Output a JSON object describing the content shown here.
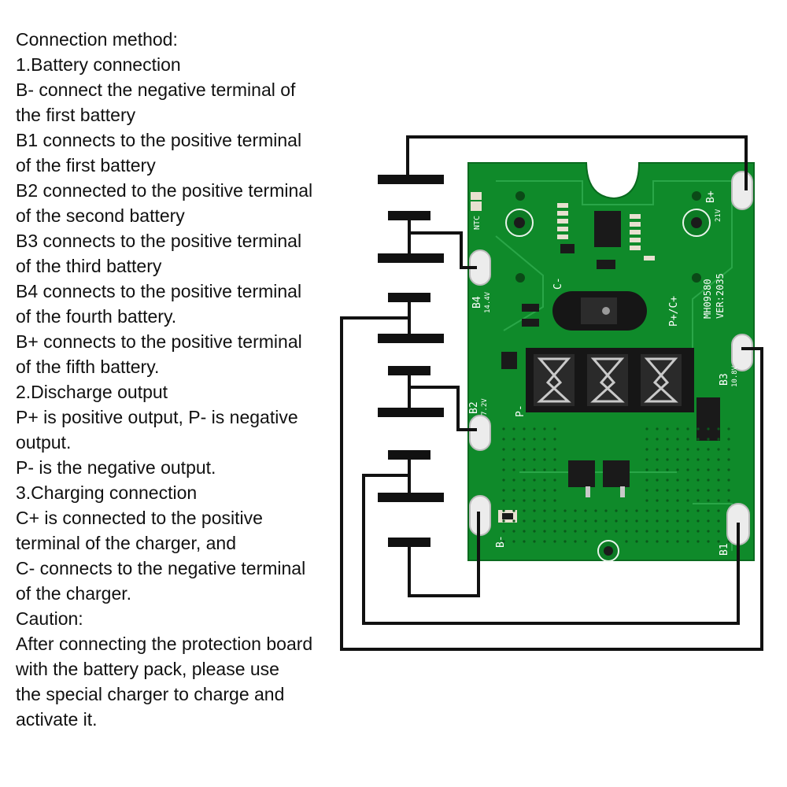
{
  "instructions": [
    "Connection method:",
    "1.Battery connection",
    "B- connect the negative terminal of",
    "the first battery",
    "B1 connects to the positive terminal",
    "of the first battery",
    "B2 connected to the positive terminal",
    "of the second battery",
    "B3 connects to the positive terminal",
    "of the third battery",
    "B4 connects to the positive terminal",
    "of the fourth battery.",
    "B+ connects to the positive terminal",
    "of the fifth battery.",
    "2.Discharge output",
    "P+ is positive output, P- is negative",
    "output.",
    "P- is the negative output.",
    "3.Charging connection",
    "C+ is connected to the positive",
    "terminal of the charger, and",
    "C- connects to the negative terminal",
    "of the charger.",
    "Caution:",
    "After connecting the protection board",
    "with the battery pack, please use",
    "the special charger to charge and",
    "activate it."
  ],
  "board": {
    "color": "#0f8a2a",
    "labels": {
      "b_plus": "B+",
      "b_plus_v": "21V",
      "b4": "B4",
      "b4_v": "14.4V",
      "b3": "B3",
      "b3_v": "10.8V",
      "b2": "B2",
      "b2_v": "7.2V",
      "b1": "B1",
      "b_minus": "B-",
      "c_minus": "C-",
      "p_plus_c_plus": "P+/C+",
      "p_minus": "P-",
      "ntc": "NTC",
      "model": "MH09580",
      "version": "VER:2035"
    }
  }
}
